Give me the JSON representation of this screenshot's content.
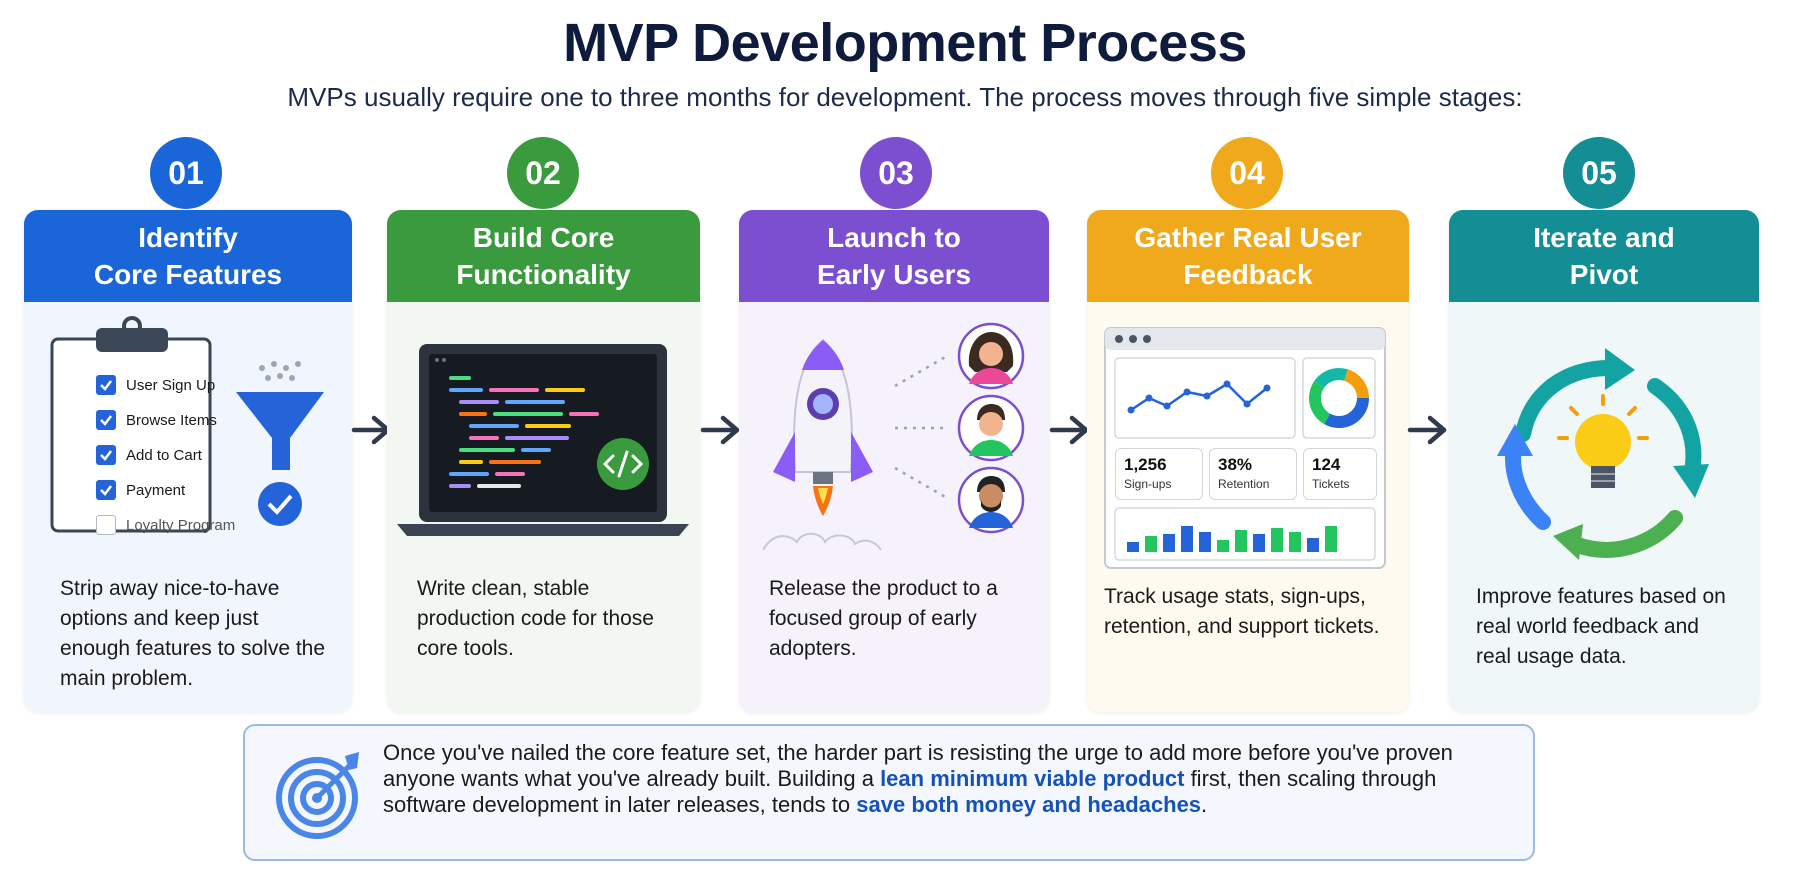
{
  "title": "MVP Development Process",
  "subtitle": "MVPs usually require one to three months for development. The process moves through five simple stages:",
  "colors": {
    "blue": "#1a66d9",
    "green": "#3a9a3e",
    "purple": "#7b4fd0",
    "yellow": "#f0a91a",
    "teal": "#138e95",
    "highlight": "#1552b8"
  },
  "stages": [
    {
      "number": "01",
      "title_line1": "Identify",
      "title_line2": "Core Features",
      "description": "Strip away nice-to-have options and keep just enough features to solve the main problem.",
      "checklist": [
        {
          "label": "User Sign Up",
          "checked": true
        },
        {
          "label": "Browse Items",
          "checked": true
        },
        {
          "label": "Add to Cart",
          "checked": true
        },
        {
          "label": "Payment",
          "checked": true
        },
        {
          "label": "Loyalty Program",
          "checked": false
        }
      ],
      "icons": [
        "clipboard-icon",
        "funnel-icon",
        "check-circle-icon"
      ]
    },
    {
      "number": "02",
      "title_line1": "Build Core",
      "title_line2": "Functionality",
      "description": "Write clean, stable production code for those core tools.",
      "icons": [
        "laptop-code-icon",
        "code-badge-icon"
      ]
    },
    {
      "number": "03",
      "title_line1": "Launch to",
      "title_line2": "Early Users",
      "description": "Release the product to a focused group of early adopters.",
      "icons": [
        "rocket-icon",
        "user-avatar-icon"
      ]
    },
    {
      "number": "04",
      "title_line1": "Gather Real User",
      "title_line2": "Feedback",
      "description": "Track usage stats, sign-ups, retention, and support tickets.",
      "stats": [
        {
          "value": "1,256",
          "label": "Sign-ups"
        },
        {
          "value": "38%",
          "label": "Retention"
        },
        {
          "value": "124",
          "label": "Tickets"
        }
      ],
      "icons": [
        "dashboard-icon",
        "line-chart-icon",
        "donut-chart-icon",
        "bar-chart-icon"
      ]
    },
    {
      "number": "05",
      "title_line1": "Iterate and",
      "title_line2": "Pivot",
      "description": "Improve features based on real world feedback and real usage data.",
      "icons": [
        "cycle-arrows-icon",
        "lightbulb-icon"
      ]
    }
  ],
  "callout": {
    "part1": "Once you've nailed the core feature set, the harder part is resisting the urge to add more before you've proven anyone wants what you've already built. Building a ",
    "highlight1": "lean minimum viable product",
    "part2": " first, then scaling through software development in later releases, tends to ",
    "highlight2": "save both money and headaches",
    "part3": ".",
    "icon": "target-icon"
  }
}
